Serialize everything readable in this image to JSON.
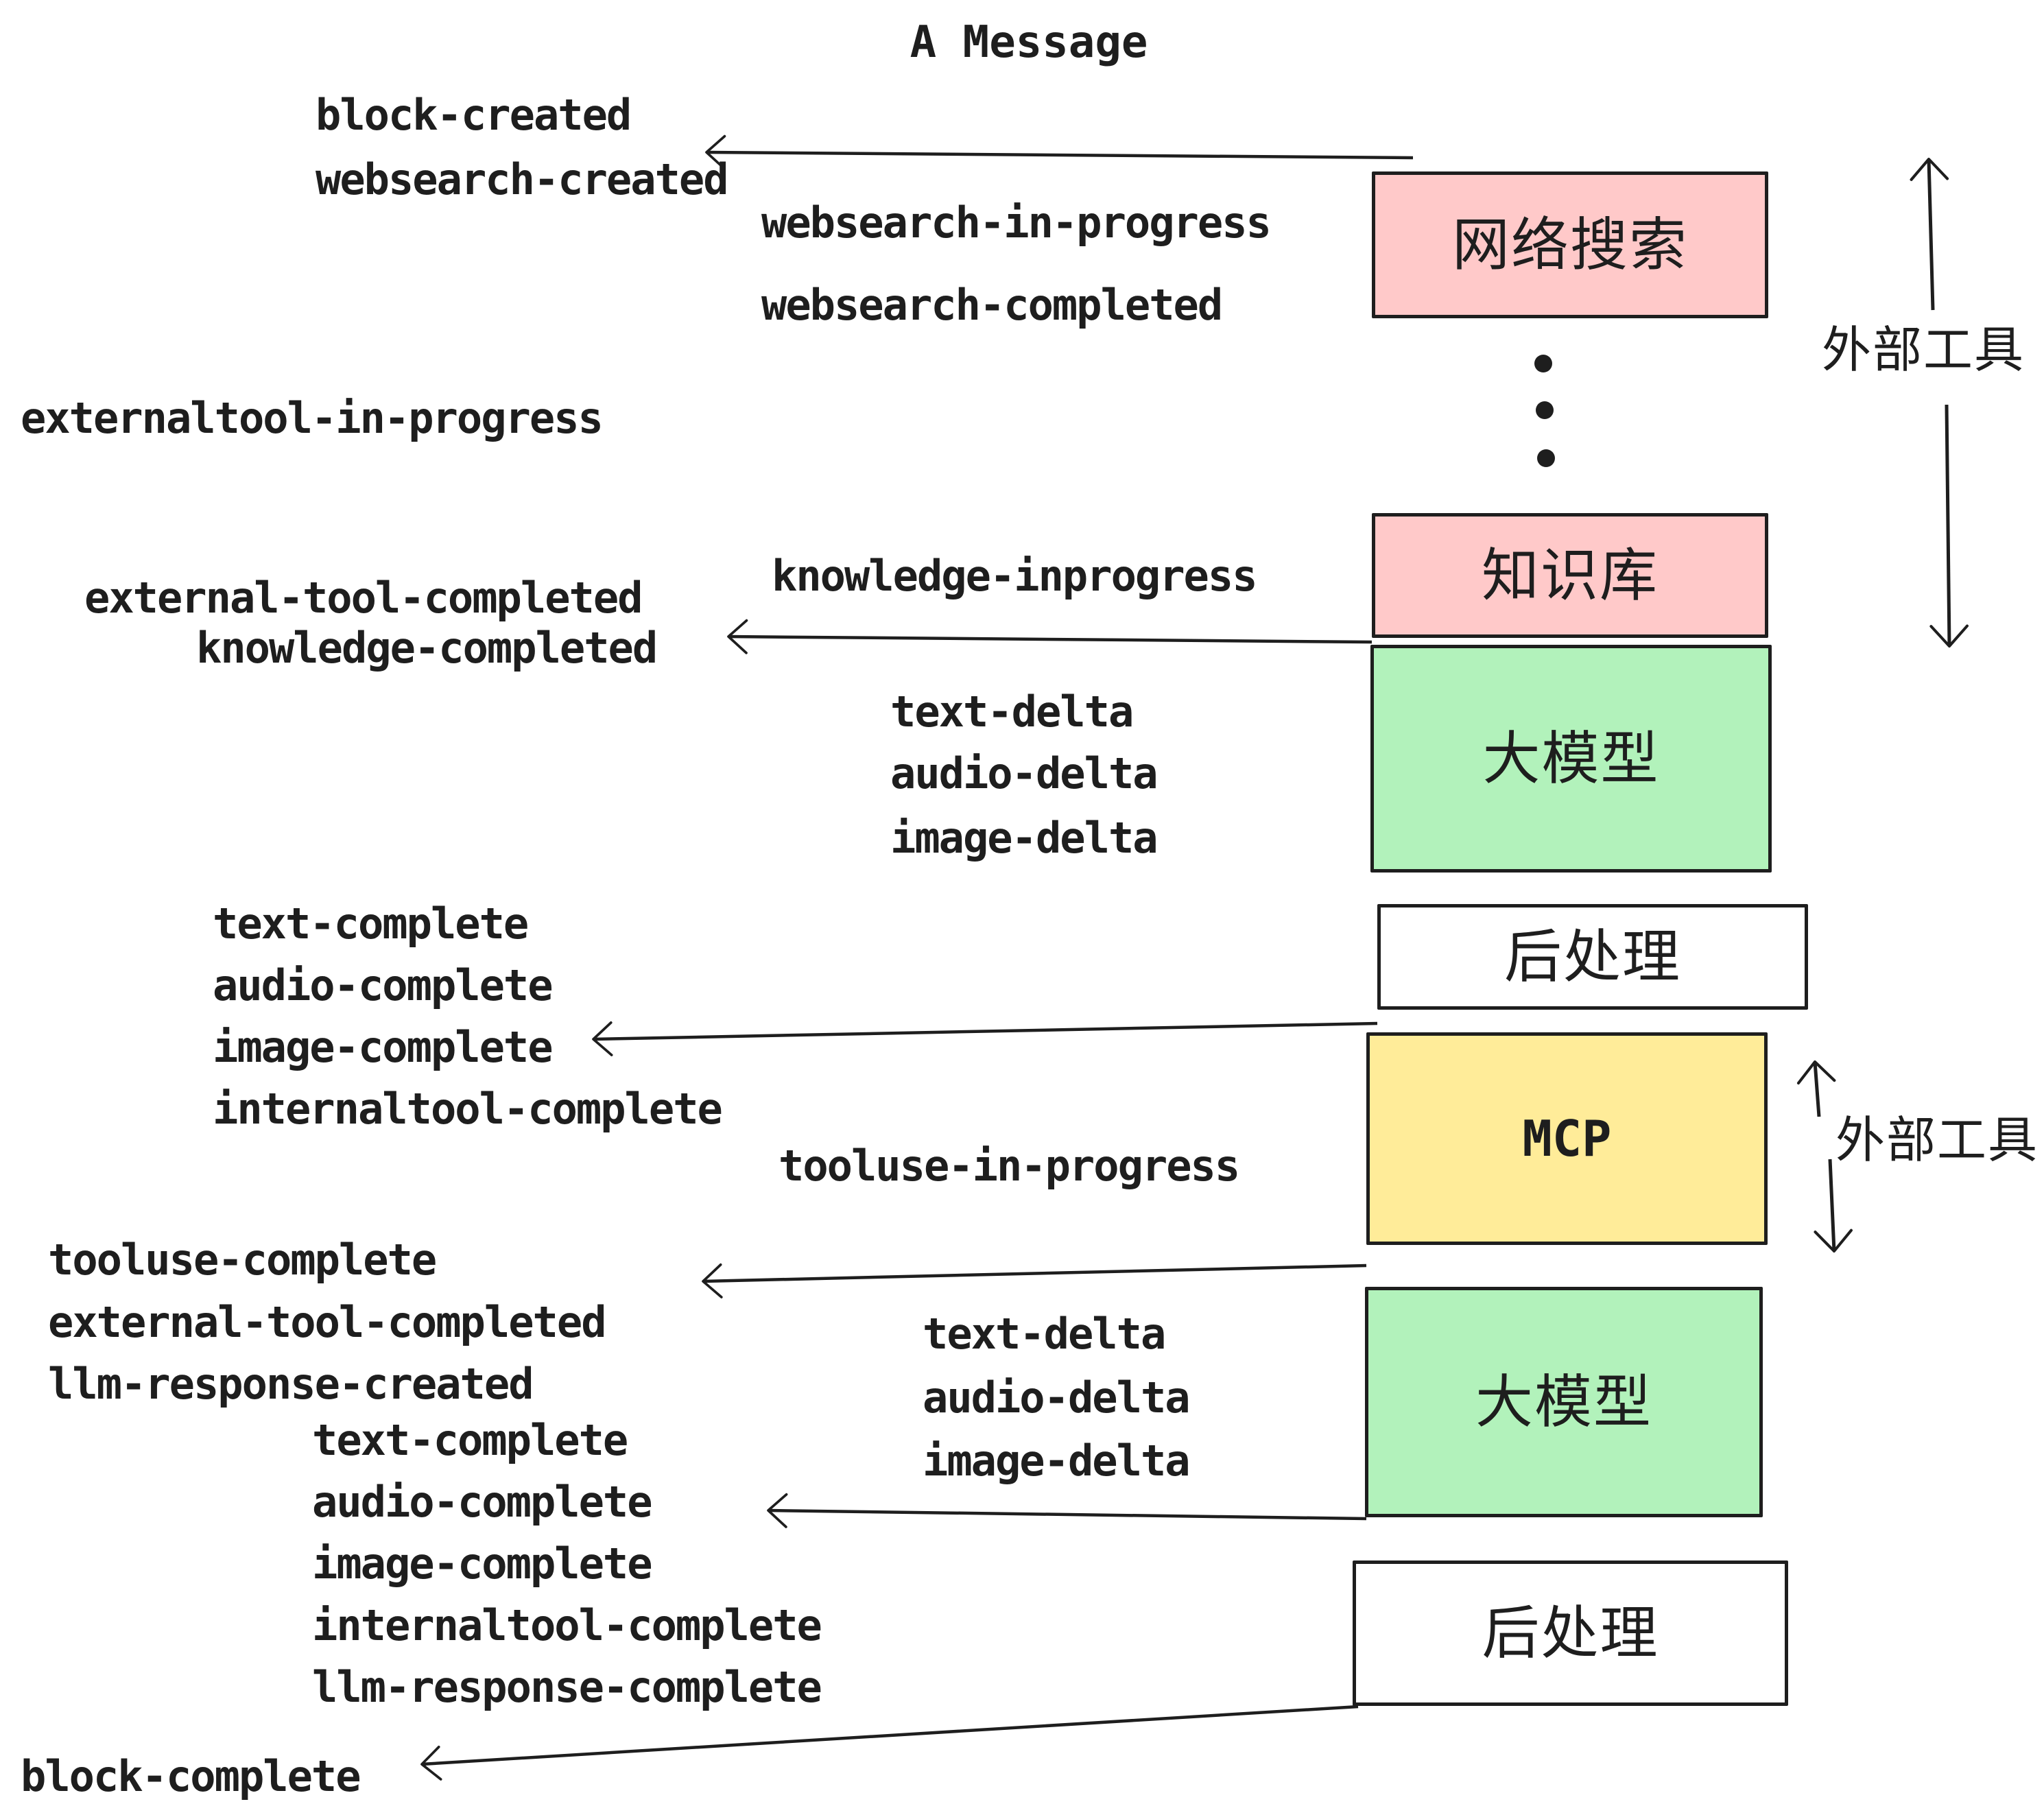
{
  "title": "A Message",
  "colors": {
    "box_pink": "#ffc9c9",
    "box_green": "#b2f2bb",
    "box_yellow": "#ffec99",
    "box_white": "#ffffff",
    "stroke": "#1e1e1e"
  },
  "boxes": {
    "websearch": "网络搜索",
    "knowledge": "知识库",
    "llm_top": "大模型",
    "post_top": "后处理",
    "mcp": "MCP",
    "llm_bottom": "大模型",
    "post_bottom": "后处理"
  },
  "side_annotations": {
    "external_tools_top": "外部工具",
    "external_tools_bottom": "外部工具"
  },
  "events": {
    "block_created": "block-created",
    "websearch_created": "websearch-created",
    "websearch_in_progress": "websearch-in-progress",
    "websearch_completed": "websearch-completed",
    "externaltool_in_progress": "externaltool-in-progress",
    "knowledge_inprogress": "knowledge-inprogress",
    "external_tool_completed_1": "external-tool-completed",
    "knowledge_completed": "knowledge-completed",
    "text_delta_1": "text-delta",
    "audio_delta_1": "audio-delta",
    "image_delta_1": "image-delta",
    "text_complete_1": "text-complete",
    "audio_complete_1": "audio-complete",
    "image_complete_1": "image-complete",
    "internaltool_complete_1": "internaltool-complete",
    "tooluse_in_progress": "tooluse-in-progress",
    "tooluse_complete": "tooluse-complete",
    "external_tool_completed_2": "external-tool-completed",
    "llm_response_created": "llm-response-created",
    "text_complete_2": "text-complete",
    "audio_complete_2": "audio-complete",
    "image_complete_2": "image-complete",
    "internaltool_complete_2": "internaltool-complete",
    "llm_response_complete": "llm-response-complete",
    "text_delta_2": "text-delta",
    "audio_delta_2": "audio-delta",
    "image_delta_2": "image-delta",
    "block_complete": "block-complete"
  }
}
